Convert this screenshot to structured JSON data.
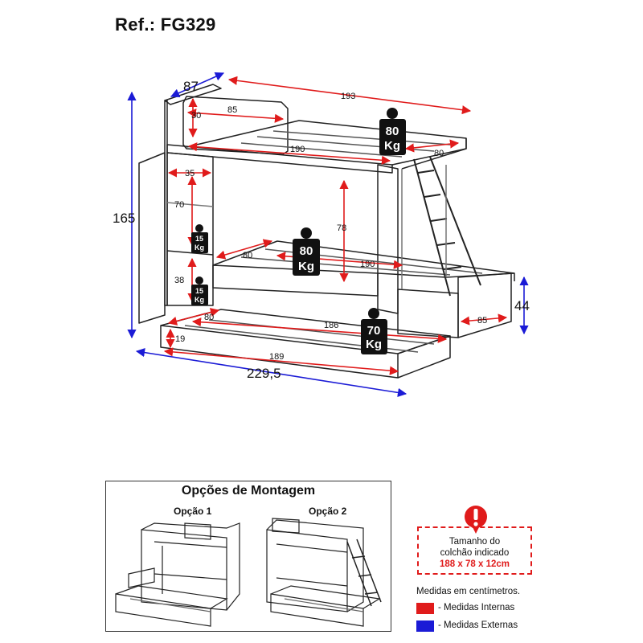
{
  "reference": "Ref.: FG329",
  "colors": {
    "internal": "#e01b1b",
    "external": "#1b1bd6",
    "outline": "#222222"
  },
  "external_measures": {
    "depth": "87",
    "height": "165",
    "total_width": "229,5",
    "trundle_height": "44"
  },
  "internal_measures": {
    "top_length": "193",
    "headboard_width": "85",
    "headboard_height": "30",
    "top_mattress_length": "190",
    "top_mattress_width": "80",
    "shelf_width": "35",
    "shelf_height": "70",
    "shelf_low_height": "38",
    "middle_clearance": "78",
    "middle_width": "80",
    "middle_length": "190",
    "trundle_width": "80",
    "trundle_side_depth": "85",
    "trundle_inner_length": "186",
    "trundle_height_inner": "19",
    "trundle_outer_length": "189"
  },
  "weights": {
    "top": {
      "value": "80",
      "unit": "Kg"
    },
    "middle": {
      "value": "80",
      "unit": "Kg"
    },
    "trundle": {
      "value": "70",
      "unit": "Kg"
    },
    "shelf_upper": {
      "value": "15",
      "unit": "Kg"
    },
    "shelf_lower": {
      "value": "15",
      "unit": "Kg"
    }
  },
  "assembly_options": {
    "title": "Opções de Montagem",
    "option1": "Opção 1",
    "option2": "Opção 2"
  },
  "mattress_notice": {
    "line1": "Tamanho do",
    "line2": "colchão indicado",
    "size": "188 x 78 x 12cm"
  },
  "legend": {
    "title": "Medidas em centímetros.",
    "internal": "- Medidas Internas",
    "external": "- Medidas Externas"
  }
}
